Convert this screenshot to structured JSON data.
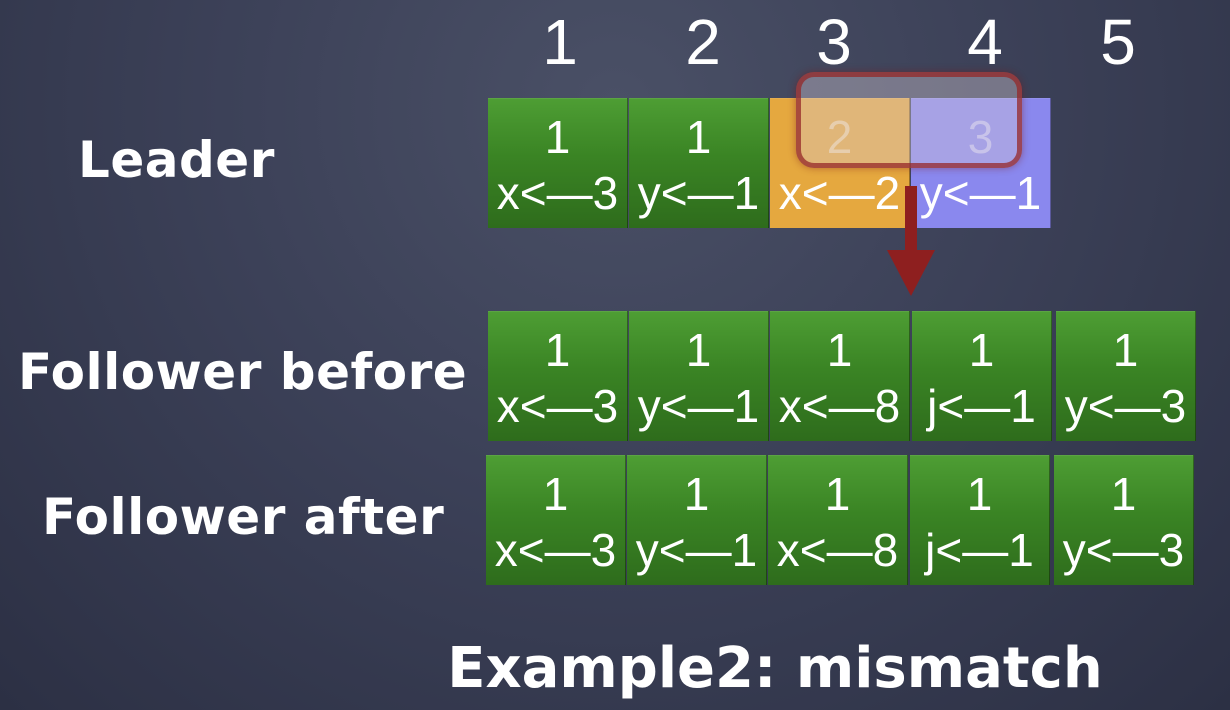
{
  "indices": [
    "1",
    "2",
    "3",
    "4",
    "5"
  ],
  "labels": {
    "leader": "Leader",
    "follower_before": "Follower before",
    "follower_after": "Follower after"
  },
  "leader_entries": [
    {
      "term": "1",
      "cmd": "x<—3"
    },
    {
      "term": "1",
      "cmd": "y<—1"
    },
    {
      "term": "2",
      "cmd": "x<—2"
    },
    {
      "term": "3",
      "cmd": "y<—1"
    }
  ],
  "follower_before_entries": [
    {
      "term": "1",
      "cmd": "x<—3"
    },
    {
      "term": "1",
      "cmd": "y<—1"
    },
    {
      "term": "1",
      "cmd": "x<—8"
    },
    {
      "term": "1",
      "cmd": "j<—1"
    },
    {
      "term": "1",
      "cmd": "y<—3"
    }
  ],
  "follower_after_entries": [
    {
      "term": "1",
      "cmd": "x<—3"
    },
    {
      "term": "1",
      "cmd": "y<—1"
    },
    {
      "term": "1",
      "cmd": "x<—8"
    },
    {
      "term": "1",
      "cmd": "j<—1"
    },
    {
      "term": "1",
      "cmd": "y<—3"
    }
  ],
  "title": "Example2: mismatch",
  "colors": {
    "green": "#3a8424",
    "orange": "#e5a83f",
    "purple": "#8a88ee",
    "arrow": "#8e1f1f"
  },
  "icons": {
    "arrow": "down-arrow-icon"
  }
}
